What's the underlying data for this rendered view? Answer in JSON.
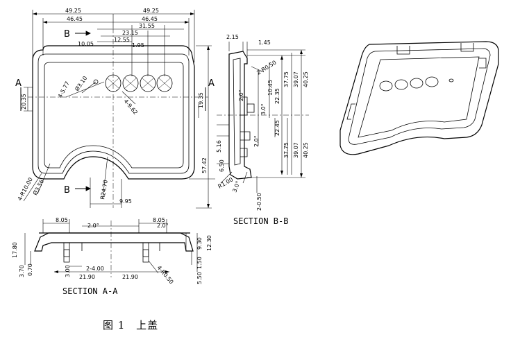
{
  "top_view": {
    "section_marks": {
      "a": "A",
      "b": "B"
    },
    "dims": {
      "d49_25_left": "49.25",
      "d49_25_right": "49.25",
      "d46_45_left": "46.45",
      "d46_45_right": "46.45",
      "d31_55": "31.55",
      "d23_15": "23.15",
      "d12_55": "12.55",
      "d10_05": "10.05",
      "d1_95": "1.95",
      "d4_5_77": "4-5.77",
      "d3_10": "Ø3.10",
      "d4_9_62": "4-9.62",
      "d20_35": "20.35",
      "d19_35": "19.35",
      "d57_42": "57.42",
      "d4_r10_00": "4-R10.00",
      "d3_56": "Ø3.56",
      "dr24_70": "R24.70",
      "d9_95": "9.95"
    }
  },
  "section_bb": {
    "title": "SECTION  B-B",
    "dims": {
      "d2_15": "2.15",
      "d1_45": "1.45",
      "d2_r0_50": "2-R0.50",
      "d2_0_top": "2.0°",
      "d3_0_mid": "3.0°",
      "d2_0_mid": "2.0°",
      "d3_0_bot": "3.0°",
      "d10_45": "10.45",
      "d22_35": "22.35",
      "d37_75_top": "37.75",
      "d39_07_top": "39.07",
      "d40_25_top": "40.25",
      "d22_45": "22.45",
      "d37_75_bot": "37.75",
      "d39_07_bot": "39.07",
      "d40_25_bot": "40.25",
      "d5_16": "5.16",
      "d6_50": "6.50",
      "dr1_00": "R1.00",
      "d2_0_50": "2-0.50"
    }
  },
  "section_aa": {
    "title": "SECTION  A-A",
    "dims": {
      "d8_05_left": "8.05",
      "d8_05_right": "8.05",
      "d2_0_left": "2.0°",
      "d2_0_right": "2.0°",
      "d17_80": "17.80",
      "d3_70": "3.70",
      "d0_70": "0.70",
      "d3_00": "3.00",
      "d2_4_00": "2-4.00",
      "d21_90_left": "21.90",
      "d21_90_right": "21.90",
      "d4_r0_50": "4-R0.50",
      "d9_30": "9.30",
      "d12_30": "12.30",
      "d1_50": "1.50",
      "d5_50": "5.50"
    }
  },
  "caption": {
    "figure": "图 1",
    "title": "上盖"
  }
}
